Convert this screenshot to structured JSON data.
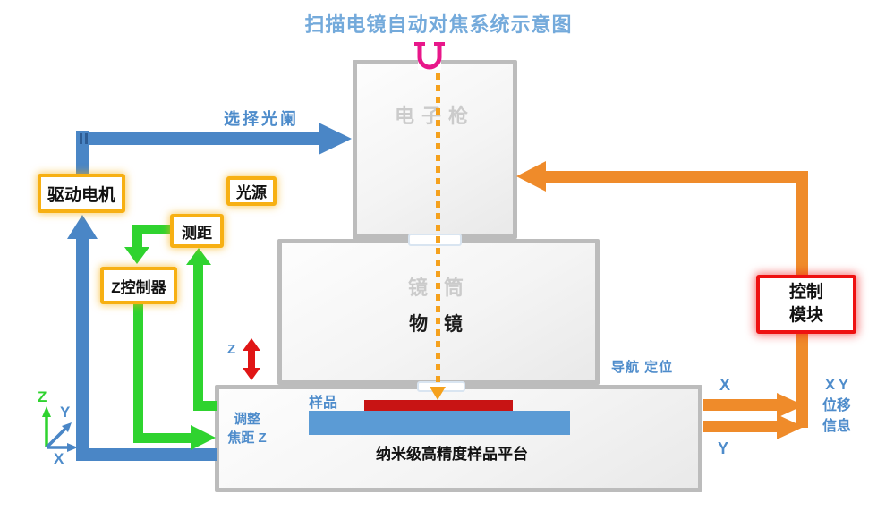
{
  "title": "扫描电镜自动对焦系统示意图",
  "machine": {
    "electron_gun": "电子枪",
    "lens_column": "镜 筒",
    "objective_lens": "物 镜",
    "sample": "样品",
    "stage_caption": "纳米级高精度样品平台"
  },
  "components": {
    "drive_motor": "驱动电机",
    "light_source": "光源",
    "range_finder": "测距",
    "z_controller": "Z控制器",
    "control_module": {
      "line1": "控制",
      "line2": "模块"
    }
  },
  "signals": {
    "select_aperture": "选择光阑",
    "adjust_focus": {
      "line1": "调整",
      "line2": "焦距 Z"
    },
    "nav_positioning": "导航 定位",
    "x_label": "X",
    "y_label": "Y",
    "z_label": "Z",
    "xy_info": {
      "line1": "X Y",
      "line2": "位移",
      "line3": "信息"
    }
  },
  "axes": {
    "x": "X",
    "y": "Y",
    "z": "Z"
  },
  "colors": {
    "title_blue": "#74AADB",
    "signal_blue": "#4A86C6",
    "signal_green": "#2FD32F",
    "signal_orange": "#EF8B2A",
    "beam_orange": "#F5A11D",
    "alert_red": "#E01515",
    "component_yellow": "#F7B013",
    "filament_magenta": "#E8178A",
    "machine_gray": "#BCBCBC",
    "sample_red": "#C81414",
    "stage_blue": "#5B9BD5"
  }
}
